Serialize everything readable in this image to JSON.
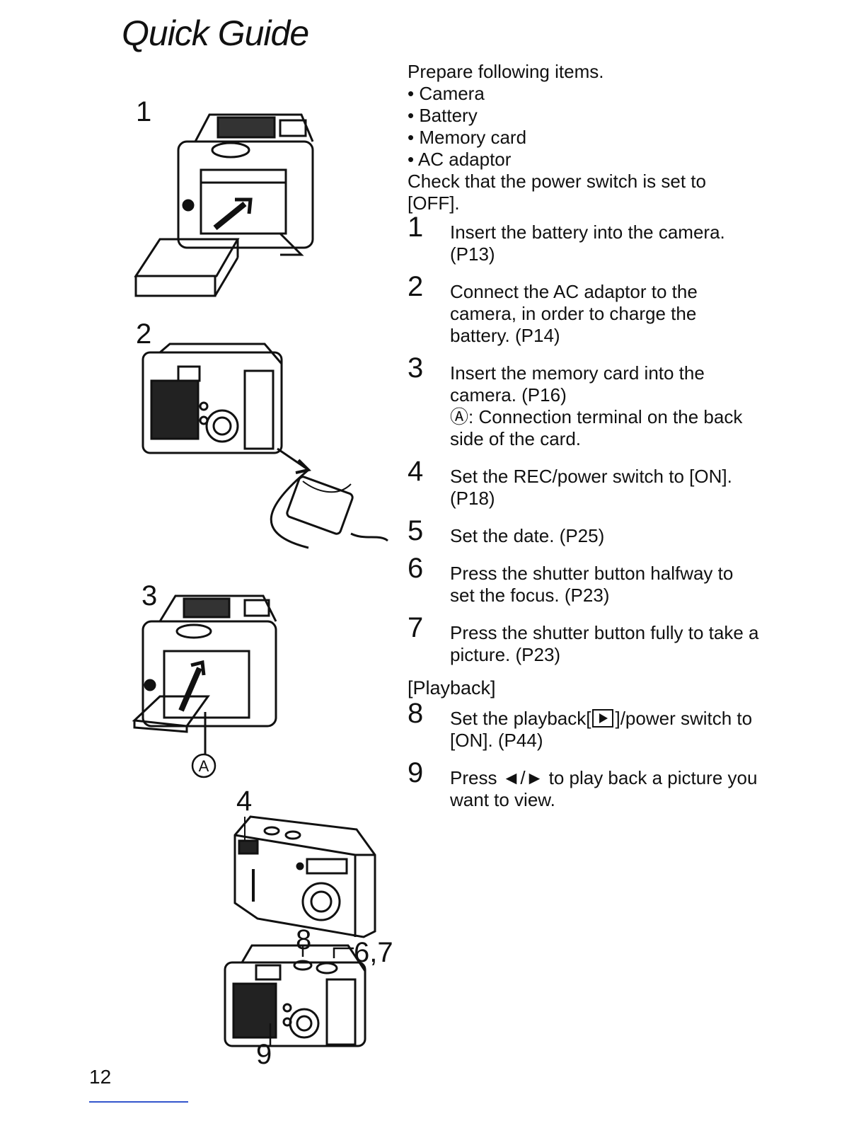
{
  "title": "Quick Guide",
  "figure_labels": {
    "fig1": "1",
    "fig2": "2",
    "fig3": "3",
    "fig3_callout": "A",
    "fig4": "4",
    "fig5_top": "8",
    "fig5_right": "6,7",
    "fig5_bottom": "9"
  },
  "intro": {
    "heading": "Prepare following items.",
    "items": [
      "• Camera",
      "• Battery",
      "• Memory card",
      "• AC adaptor"
    ],
    "check": "Check that the power switch is set to [OFF]."
  },
  "steps": [
    {
      "num": "1",
      "text": "Insert the battery into the camera. (P13)"
    },
    {
      "num": "2",
      "text": "Connect the AC adaptor to the camera, in order to charge the battery. (P14)"
    },
    {
      "num": "3",
      "text": "Insert the memory card into the camera. (P16)",
      "note": "Ⓐ: Connection terminal on the back side of the card."
    },
    {
      "num": "4",
      "text": "Set the REC/power switch to [ON]. (P18)"
    },
    {
      "num": "5",
      "text": "Set the date. (P25)"
    },
    {
      "num": "6",
      "text": "Press the shutter button halfway to set the focus. (P23)"
    },
    {
      "num": "7",
      "text": "Press the shutter button fully to take a picture. (P23)"
    }
  ],
  "playback_heading": "[Playback]",
  "playback_steps": [
    {
      "num": "8",
      "text_before": "Set the playback[",
      "icon": "playback-icon",
      "text_after": "]/power switch to [ON]. (P44)"
    },
    {
      "num": "9",
      "text": "Press ◄/► to play back a picture you want to view."
    }
  ],
  "page_number": "12",
  "colors": {
    "ink": "#111111",
    "paper": "#ffffff",
    "rule": "#3355cc"
  }
}
